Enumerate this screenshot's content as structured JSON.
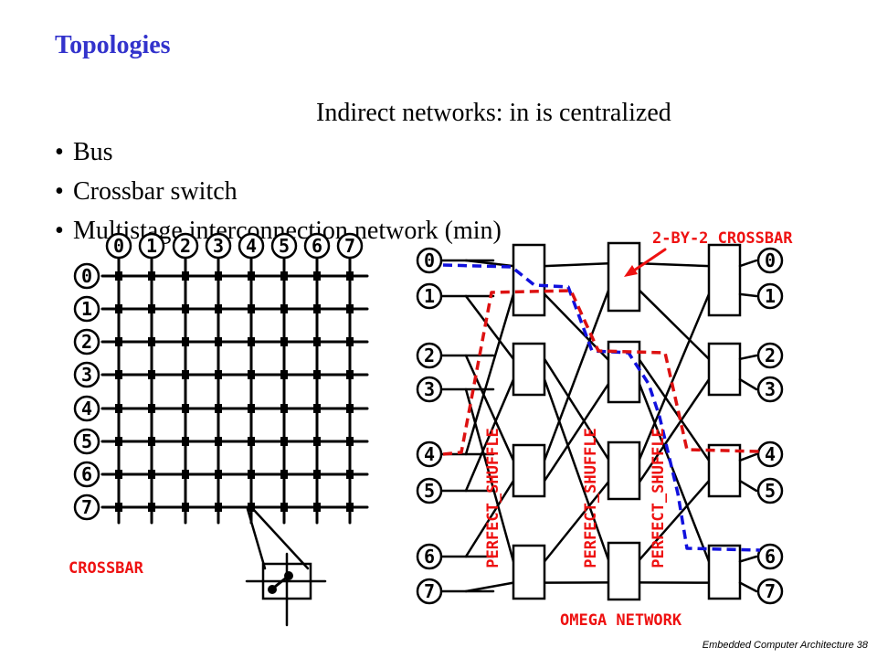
{
  "slide": {
    "title": "Topologies",
    "subtitle": "Indirect networks: in is centralized",
    "bullets": [
      "Bus",
      "Crossbar switch",
      "Multistage interconnection network (min)"
    ],
    "footer": "Embedded Computer Architecture  38",
    "bullet_glyph": "•"
  },
  "crossbar": {
    "label": "CROSSBAR",
    "column_labels": [
      "0",
      "1",
      "2",
      "3",
      "4",
      "5",
      "6",
      "7"
    ],
    "row_labels": [
      "0",
      "1",
      "2",
      "3",
      "4",
      "5",
      "6",
      "7"
    ]
  },
  "omega": {
    "label": "OMEGA NETWORK",
    "crossbar_callout": "2-BY-2 CROSSBAR",
    "shuffle_label": "PERFECT_SHUFFLE",
    "input_labels": [
      "0",
      "1",
      "2",
      "3",
      "4",
      "5",
      "6",
      "7"
    ],
    "output_labels": [
      "0",
      "1",
      "2",
      "3",
      "4",
      "5",
      "6",
      "7"
    ]
  },
  "colors": {
    "title": "#3333cc",
    "annotation": "#ee1111",
    "path_blue": "#1111dd",
    "path_red": "#dd1111"
  }
}
